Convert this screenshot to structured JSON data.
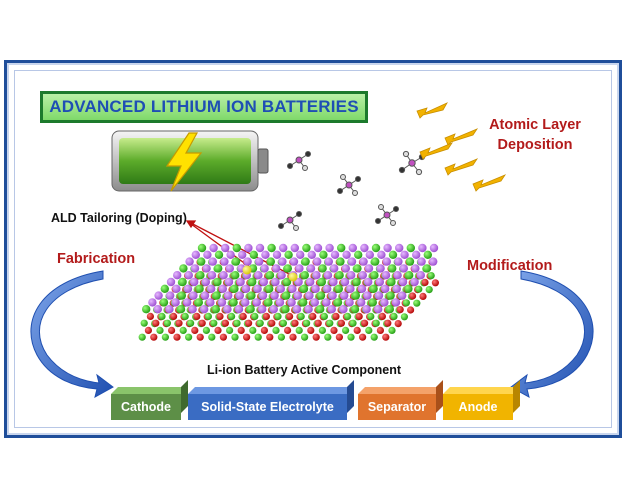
{
  "title": "ADVANCED LITHIUM ION BATTERIES",
  "labels": {
    "ald_tailoring": "ALD Tailoring (Doping)",
    "fabrication": "Fabrication",
    "modification": "Modification",
    "atomic_layer_deposition": "Atomic Layer Deposition",
    "active_component": "Li-ion Battery Active Component"
  },
  "components": [
    "Cathode",
    "Solid-State Electrolyte",
    "Separator",
    "Anode"
  ],
  "colors": {
    "frame": "#1f4e9a",
    "title_text": "#1f4fb4",
    "title_bg": "#8fdf7a",
    "red_text": "#b31b1b",
    "arrow_blue": "#2f63c9",
    "precursor_arrows": "#f2b200",
    "cathode": "#5d8f47",
    "electrolyte": "#3a6cc3",
    "separator": "#e0742e",
    "anode": "#f1b400"
  },
  "icons": [
    "battery-icon",
    "lightning-bolt-icon",
    "precursor-molecule-icon",
    "yellow-arrow-icon",
    "curved-arrow-icon",
    "crystal-lattice-icon"
  ]
}
